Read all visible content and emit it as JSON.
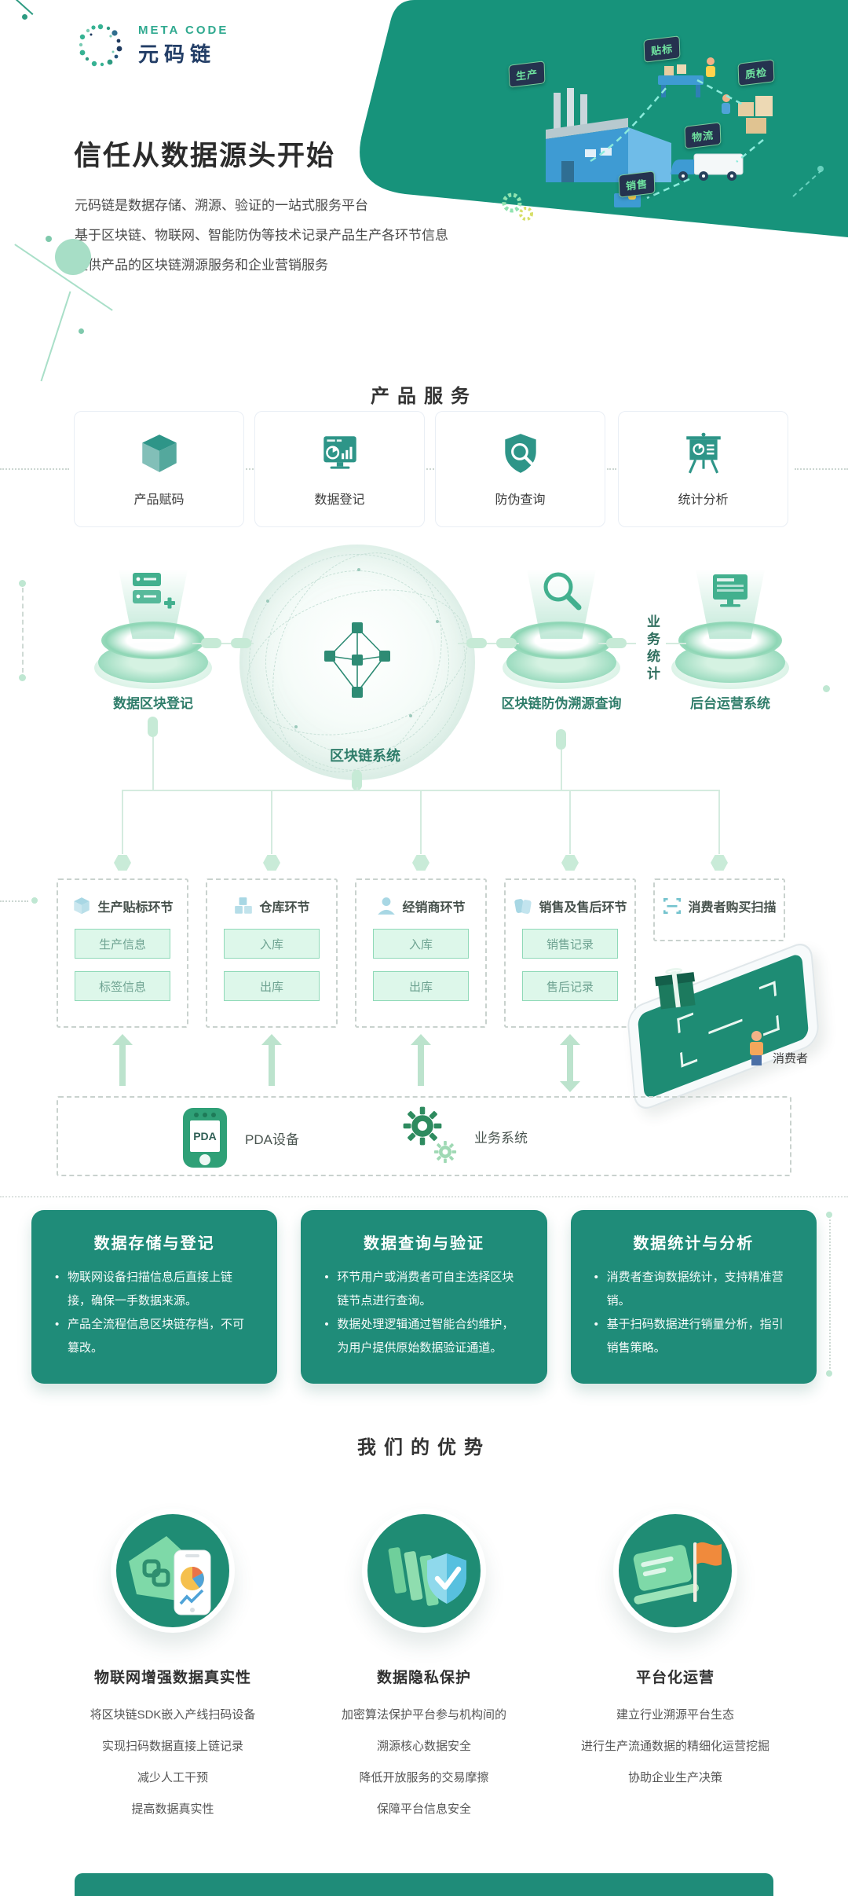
{
  "logo": {
    "brand_en": "META CODE",
    "brand_zh": "元码链"
  },
  "hero": {
    "title": "信任从数据源头开始",
    "lines": [
      "元码链是数据存储、溯源、验证的一站式服务平台",
      "基于区块链、物联网、智能防伪等技术记录产品生产各环节信息",
      "提供产品的区块链溯源服务和企业营销服务"
    ],
    "flow_badges": [
      "生产",
      "贴标",
      "质检",
      "物流",
      "销售"
    ]
  },
  "services": {
    "title": "产品服务",
    "items": [
      {
        "label": "产品赋码",
        "icon": "cube-icon"
      },
      {
        "label": "数据登记",
        "icon": "monitor-chart-icon"
      },
      {
        "label": "防伪查询",
        "icon": "shield-search-icon"
      },
      {
        "label": "统计分析",
        "icon": "easel-chart-icon"
      }
    ]
  },
  "platform_flow": {
    "nodes": [
      {
        "label": "数据区块登记",
        "icon": "server-plus-icon"
      },
      {
        "label": "区块链系统",
        "icon": "blockchain-network-icon"
      },
      {
        "label": "区块链防伪溯源查询",
        "icon": "magnifier-icon"
      },
      {
        "label": "后台运营系统",
        "icon": "monitor-icon"
      }
    ],
    "side_label": "业务统计"
  },
  "process": {
    "stages": [
      {
        "title": "生产贴标环节",
        "icon": "cube-icon",
        "items": [
          "生产信息",
          "标签信息"
        ]
      },
      {
        "title": "仓库环节",
        "icon": "boxes-icon",
        "items": [
          "入库",
          "出库"
        ]
      },
      {
        "title": "经销商环节",
        "icon": "person-icon",
        "items": [
          "入库",
          "出库"
        ]
      },
      {
        "title": "销售及售后环节",
        "icon": "tag-icon",
        "items": [
          "销售记录",
          "售后记录"
        ]
      },
      {
        "title": "消费者购买扫描",
        "icon": "scan-icon",
        "items": []
      }
    ],
    "consumer_label": "消费者",
    "devices": [
      {
        "label": "PDA设备",
        "icon": "pda-icon",
        "icon_text": "PDA"
      },
      {
        "label": "业务系统",
        "icon": "gear-icon"
      }
    ]
  },
  "feature_cards": [
    {
      "title": "数据存储与登记",
      "bullets": [
        "物联网设备扫描信息后直接上链接，确保一手数据来源。",
        "产品全流程信息区块链存档，不可篡改。"
      ]
    },
    {
      "title": "数据查询与验证",
      "bullets": [
        "环节用户或消费者可自主选择区块链节点进行查询。",
        "数据处理逻辑通过智能合约维护，为用户提供原始数据验证通道。"
      ]
    },
    {
      "title": "数据统计与分析",
      "bullets": [
        "消费者查询数据统计，支持精准营销。",
        "基于扫码数据进行销量分析，指引销售策略。"
      ]
    }
  ],
  "advantages": {
    "title": "我们的优势",
    "items": [
      {
        "title": "物联网增强数据真实性",
        "lines": [
          "将区块链SDK嵌入产线扫码设备",
          "实现扫码数据直接上链记录",
          "减少人工干预",
          "提高数据真实性"
        ]
      },
      {
        "title": "数据隐私保护",
        "lines": [
          "加密算法保护平台参与机构间的",
          "溯源核心数据安全",
          "降低开放服务的交易摩擦",
          "保障平台信息安全"
        ]
      },
      {
        "title": "平台化运营",
        "lines": [
          "建立行业溯源平台生态",
          "进行生产流通数据的精细化运营挖掘",
          "协助企业生产决策"
        ]
      }
    ]
  },
  "colors": {
    "brand_teal": "#1F8C79",
    "band_teal": "#17937B",
    "mint": "#C6EAD6",
    "navy": "#223D66",
    "badge_green": "#6FE3A0"
  }
}
